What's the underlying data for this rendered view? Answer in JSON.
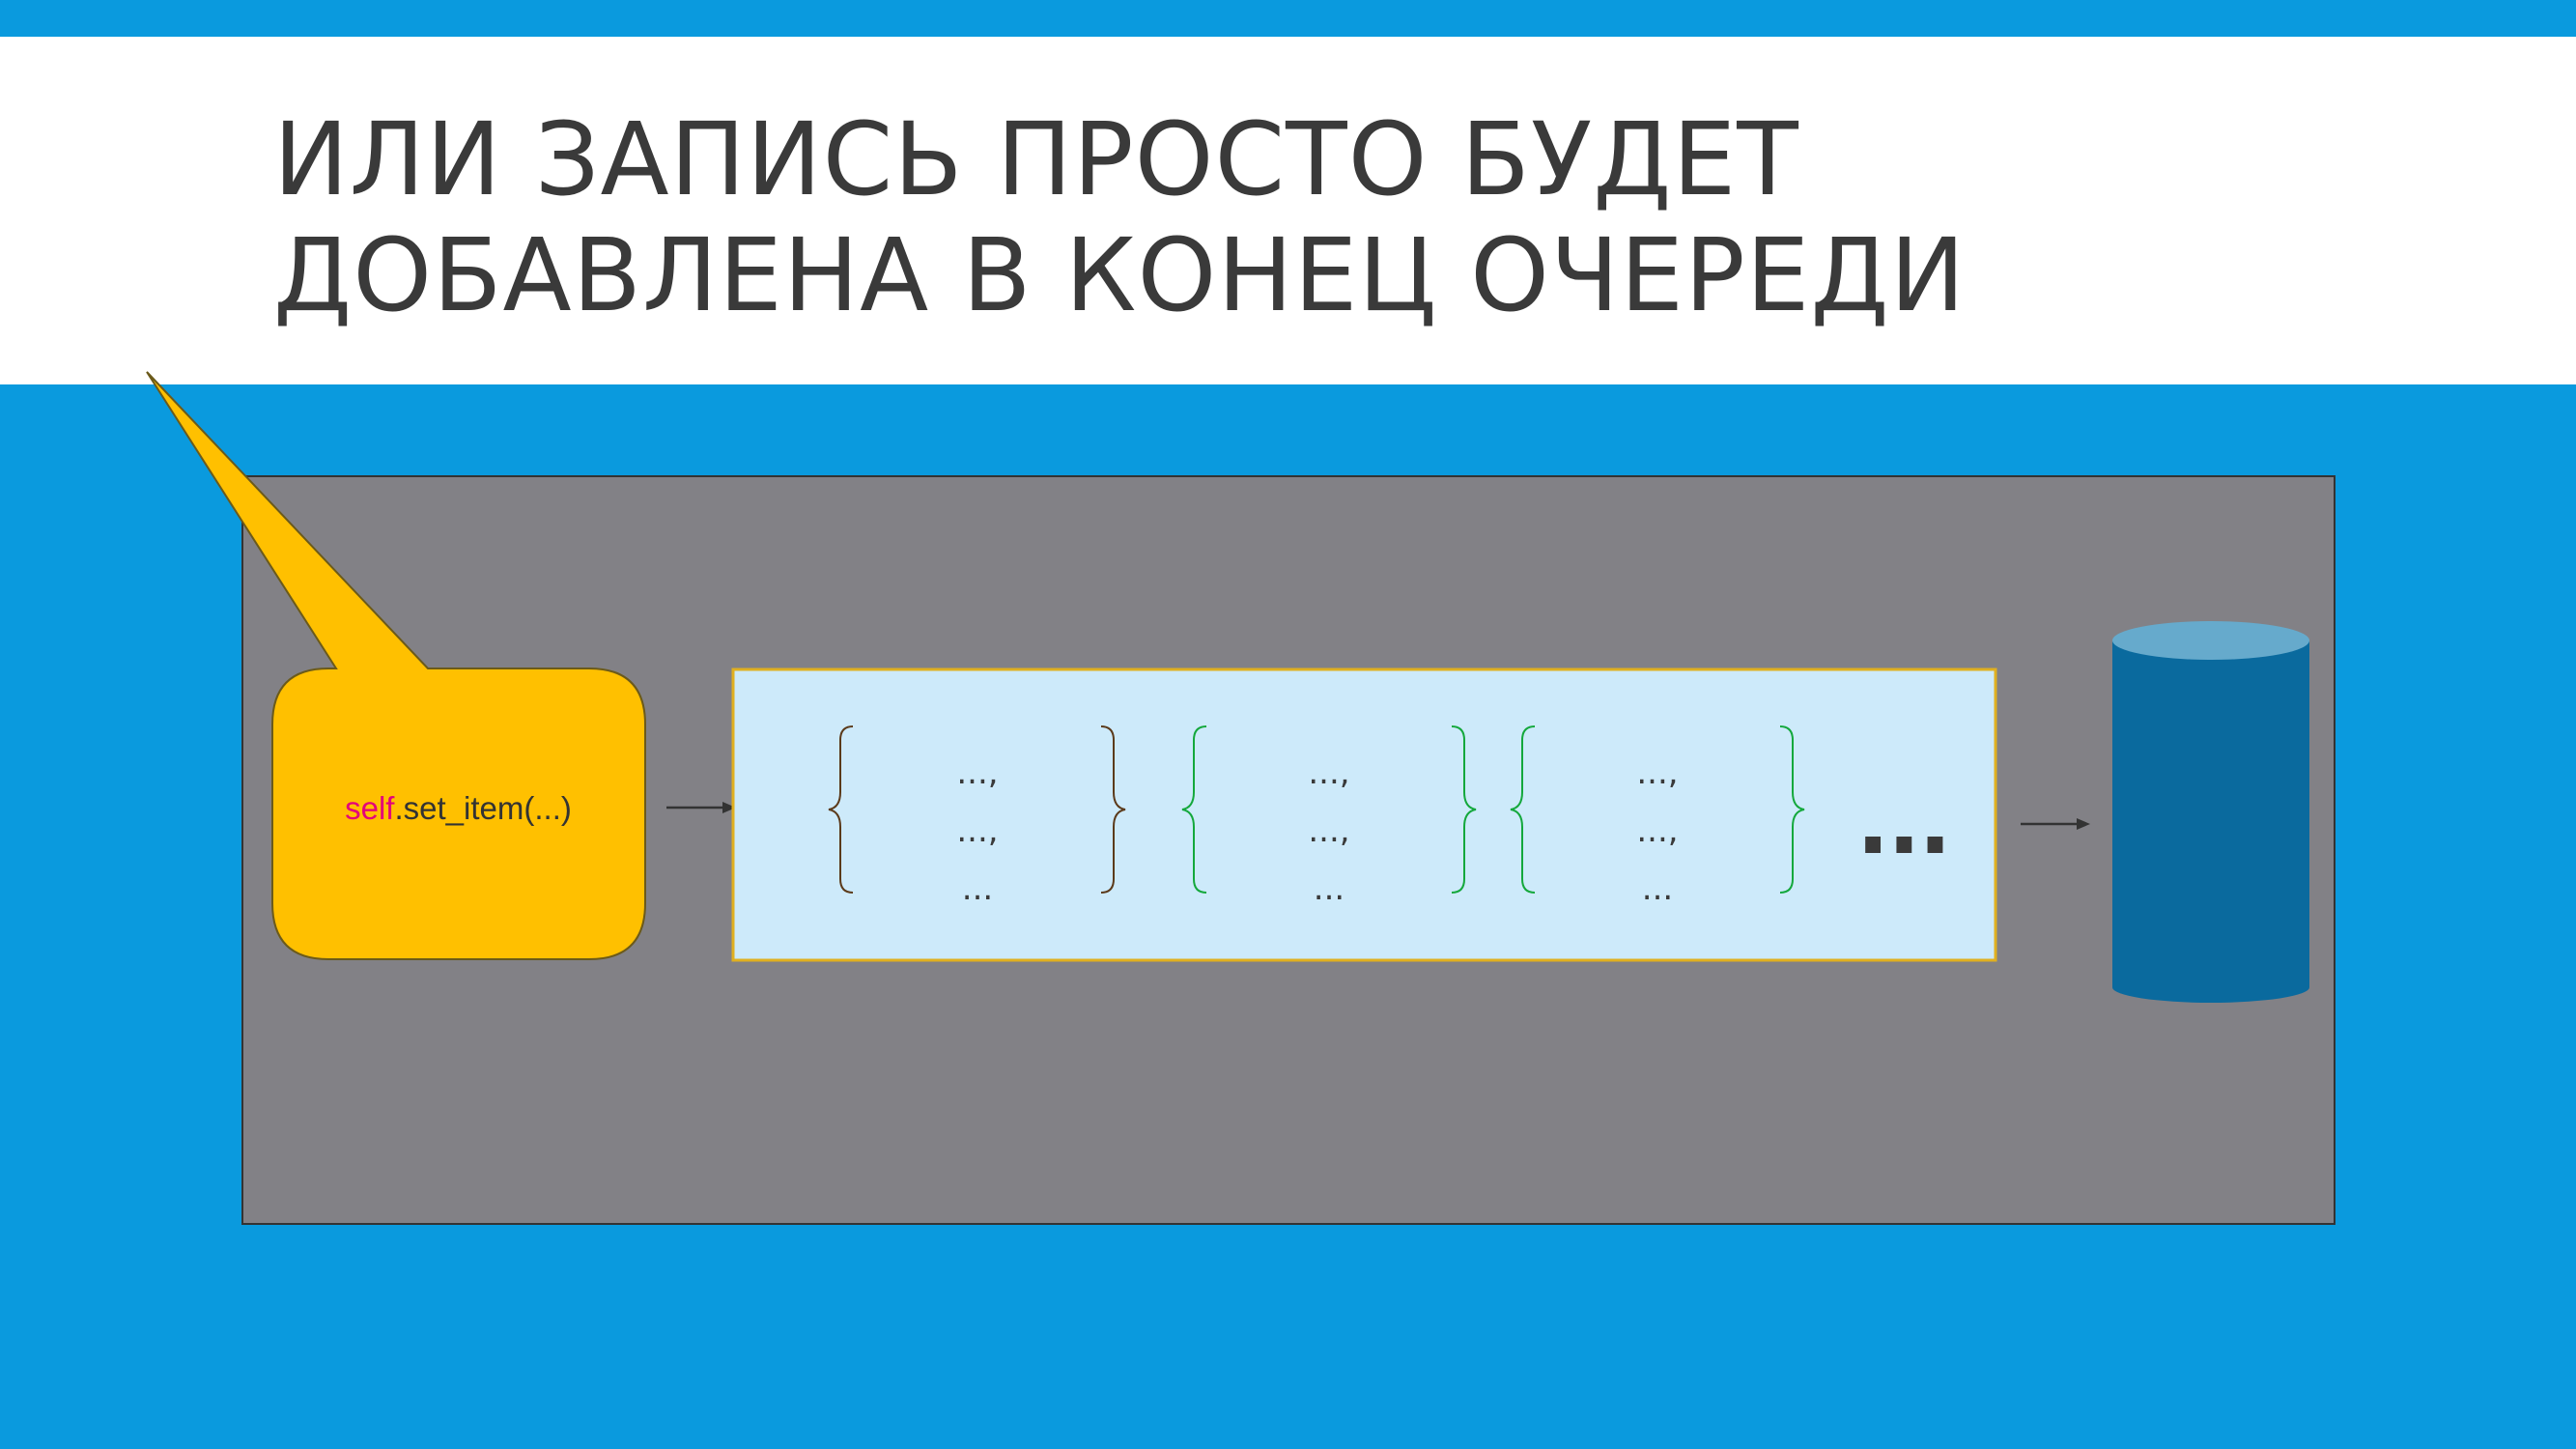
{
  "slide": {
    "title_lines": [
      "ИЛИ ЗАПИСЬ ПРОСТО БУДЕТ",
      "ДОБАВЛЕНА В КОНЕЦ ОЧЕРЕДИ"
    ]
  },
  "callout": {
    "keyword": "self",
    "rest": ".set_item(...)"
  },
  "queue": {
    "items": [
      {
        "lines": [
          "...,",
          "...,",
          "..."
        ],
        "brace_color": "#5b3a1a"
      },
      {
        "lines": [
          "...,",
          "...,",
          "..."
        ],
        "brace_color": "#14a83c"
      },
      {
        "lines": [
          "...,",
          "...,",
          "..."
        ],
        "brace_color": "#14a83c"
      }
    ],
    "trailing": "..."
  },
  "colors": {
    "background": "#0a9ade",
    "panel": "#828186",
    "callout_fill": "#ffc000",
    "queue_fill": "#cdeafa",
    "queue_border": "#e0b020",
    "database": "#0a6a9e",
    "database_top": "#66aacc"
  }
}
